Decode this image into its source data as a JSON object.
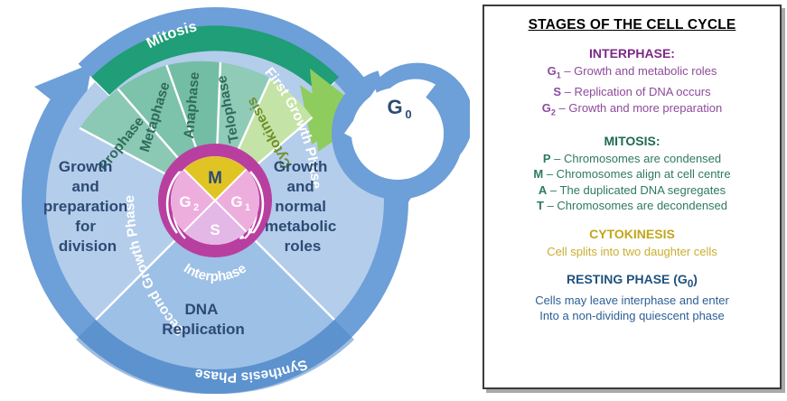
{
  "diagram": {
    "outer_ring": {
      "first_growth_phase": "First Growth Phase",
      "synthesis_phase": "Synthesis Phase",
      "second_growth_phase": "Second Growth Phase",
      "mitosis": "Mitosis"
    },
    "quadrants": [
      {
        "key": "g1",
        "text_lines": [
          "Growth",
          "and",
          "normal",
          "metabolic",
          "roles"
        ]
      },
      {
        "key": "s",
        "text_lines": [
          "DNA",
          "Replication"
        ]
      },
      {
        "key": "g2",
        "text_lines": [
          "Growth",
          "and",
          "preparation",
          "for",
          "division"
        ]
      }
    ],
    "mitosis_sectors": [
      {
        "label": "Prophase",
        "color": "#8cc9b4"
      },
      {
        "label": "Metaphase",
        "color": "#7dc2ab"
      },
      {
        "label": "Anaphase",
        "color": "#74bda5"
      },
      {
        "label": "Telophase",
        "color": "#8fcbb7"
      },
      {
        "label": "Cytokinesis",
        "color": "#c4e3a6"
      }
    ],
    "core": {
      "m": "M",
      "g2": "G",
      "g2_sub": "2",
      "g1": "G",
      "g1_sub": "1",
      "s": "S",
      "interphase": "Interphase"
    },
    "g0": {
      "label": "G",
      "sub": "0"
    },
    "colors": {
      "outer_ring_blue": "#6d9fd8",
      "quadrant_light": "#b3cdeb",
      "quadrant_mid": "#9dc0e6",
      "mitosis_arc": "#1f9e77",
      "cytokinesis_arrow": "#8fcc5e",
      "interphase_ring": "#b83fa0",
      "core_m": "#e0c424",
      "core_g": "#edaede",
      "core_s": "#e3b7e6",
      "dark_text": "#2e4a73"
    }
  },
  "legend": {
    "title": "STAGES OF THE CELL CYCLE",
    "sections": [
      {
        "heading": "INTERPHASE:",
        "color_class": "purple",
        "rows": [
          {
            "sym": "G",
            "sub": "1",
            "text": "– Growth and metabolic roles"
          },
          {
            "sym": "S",
            "sub": "",
            "text": "– Replication of DNA occurs"
          },
          {
            "sym": "G",
            "sub": "2",
            "text": "– Growth and more preparation"
          }
        ]
      },
      {
        "heading": "MITOSIS:",
        "color_class": "green",
        "rows": [
          {
            "sym": "P",
            "sub": "",
            "text": "– Chromosomes are condensed"
          },
          {
            "sym": "M",
            "sub": "",
            "text": "– Chromosomes align at cell centre"
          },
          {
            "sym": "A",
            "sub": "",
            "text": "– The duplicated DNA segregates"
          },
          {
            "sym": "T",
            "sub": "",
            "text": "– Chromosomes are decondensed"
          }
        ]
      },
      {
        "heading": "CYTOKINESIS",
        "color_class": "gold",
        "rows": [
          {
            "sym": "",
            "sub": "",
            "text": "Cell splits into two daughter cells"
          }
        ]
      },
      {
        "heading": "RESTING PHASE (G0)",
        "heading_sym": "RESTING PHASE (G",
        "heading_sub": "0",
        "heading_tail": ")",
        "color_class": "blue",
        "rows": [
          {
            "sym": "",
            "sub": "",
            "text": "Cells may leave interphase and enter"
          },
          {
            "sym": "",
            "sub": "",
            "text": "Into a non-dividing quiescent phase"
          }
        ]
      }
    ]
  }
}
